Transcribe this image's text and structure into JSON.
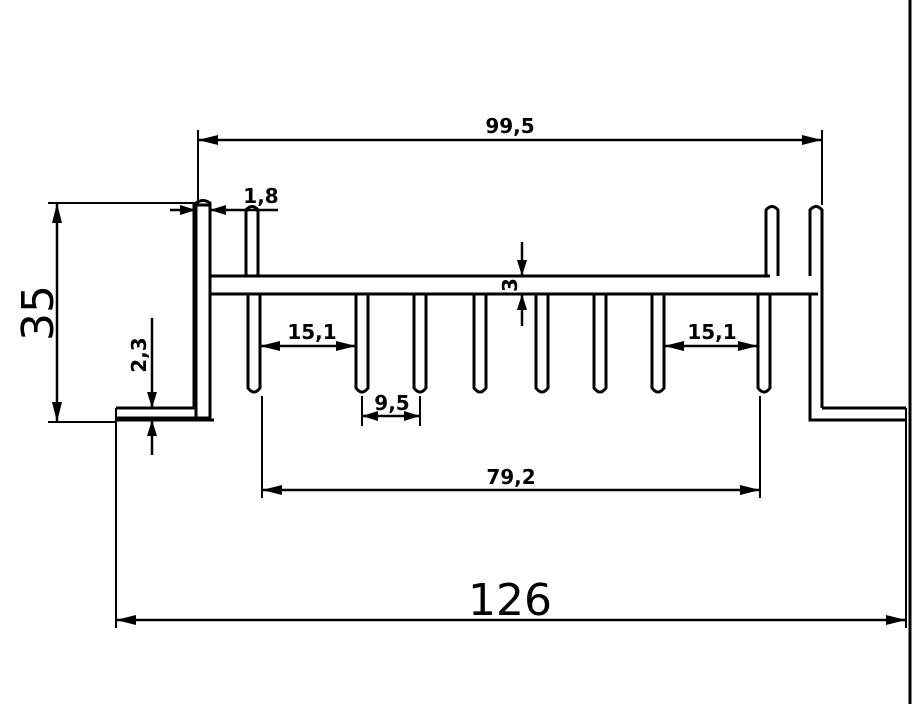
{
  "drawing": {
    "dimensions": {
      "overall_width": "126",
      "top_width": "99,5",
      "height": "35",
      "fin_span": "79,2",
      "flange_thickness": "2,3",
      "wall_thickness": "1,8",
      "base_thickness": "3",
      "left_gap": "15,1",
      "right_gap": "15,1",
      "fin_pitch": "9,5"
    }
  }
}
